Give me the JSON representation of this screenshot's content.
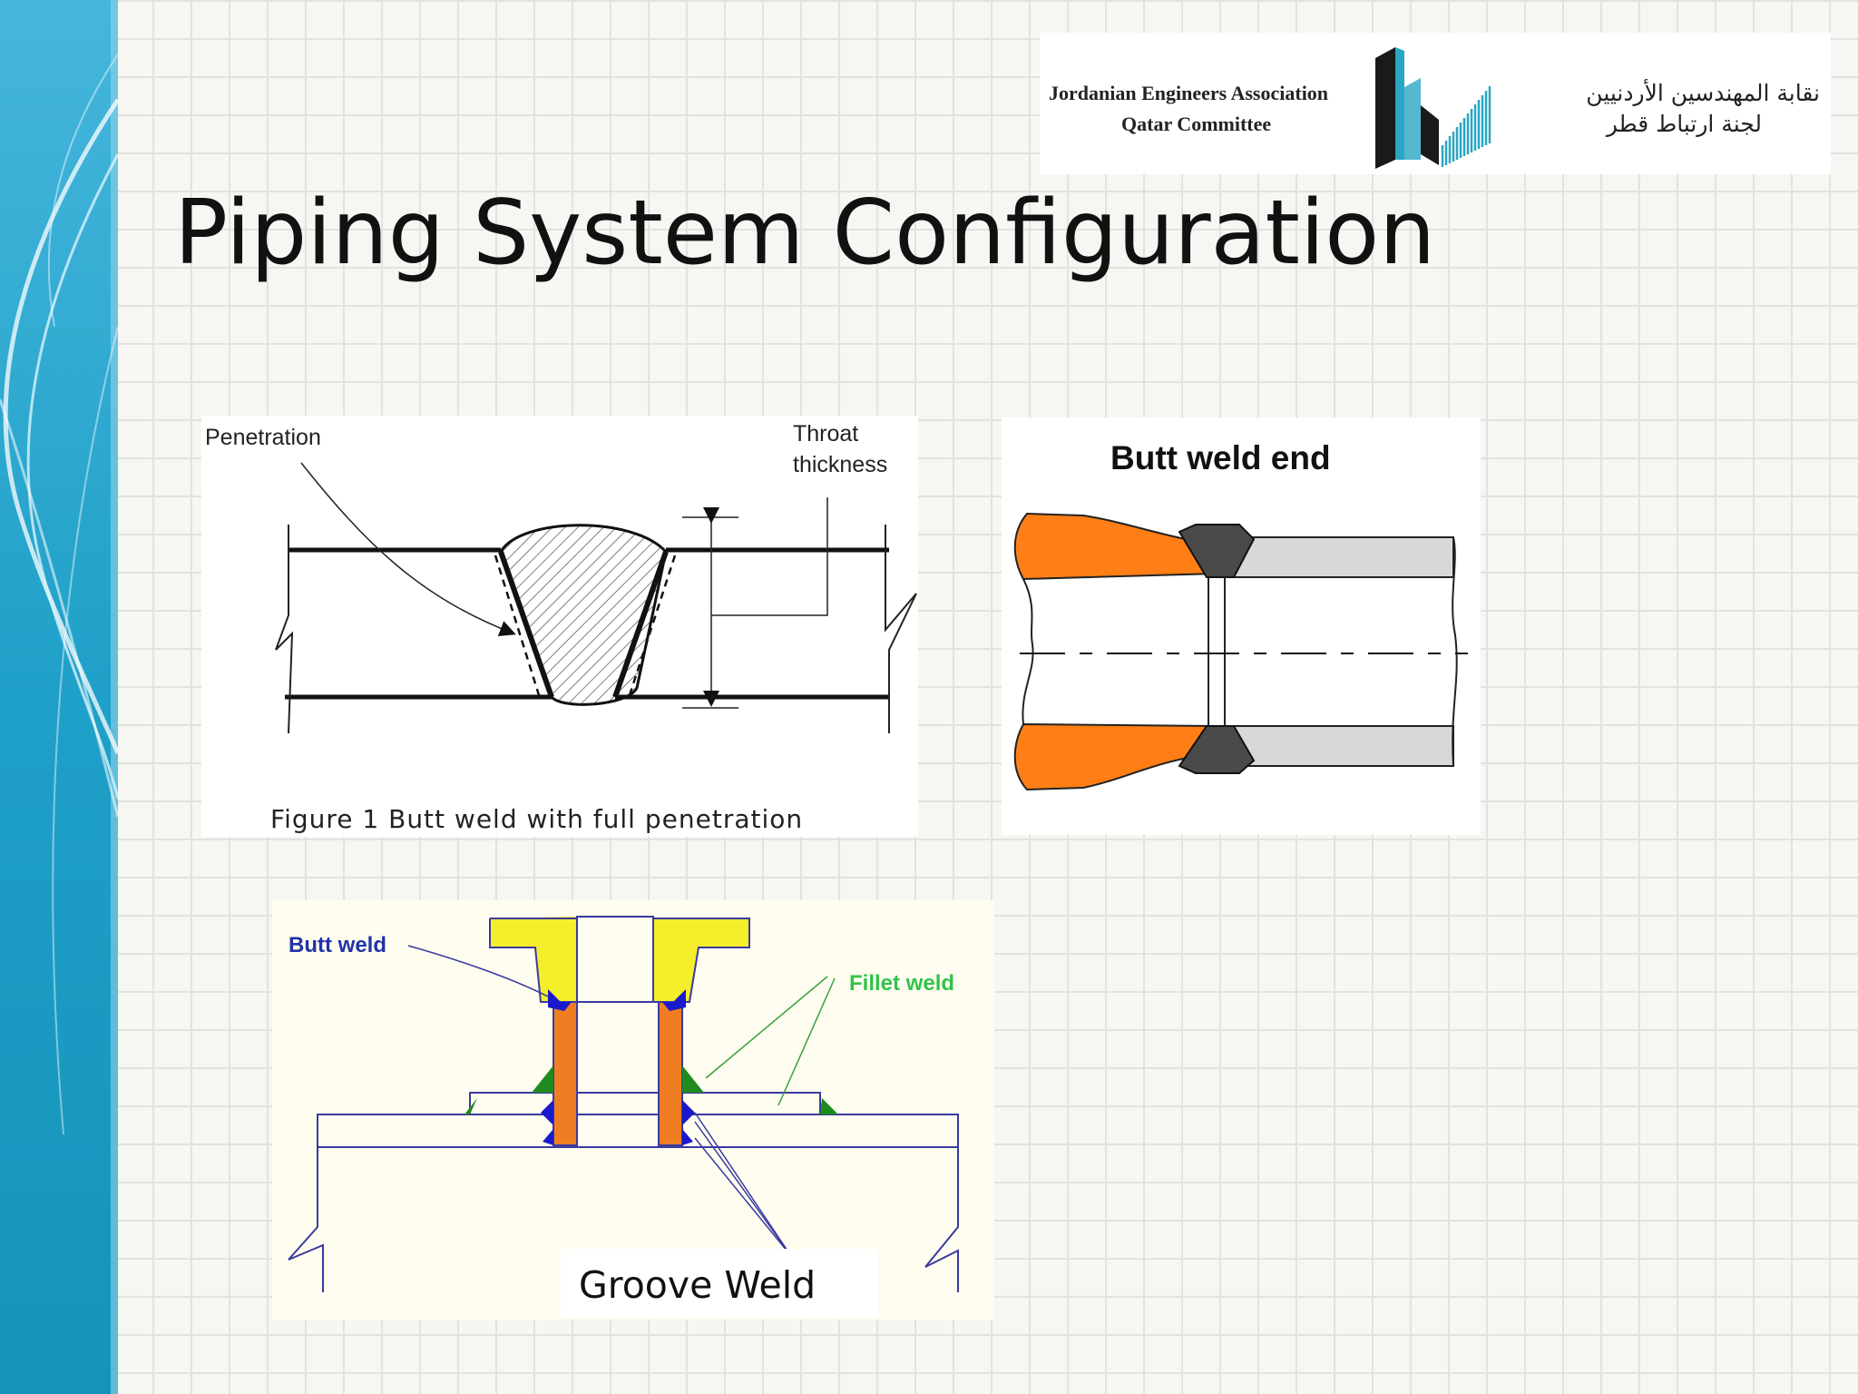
{
  "slide": {
    "title": "Piping System Configuration"
  },
  "logo": {
    "name_en_line1": "Jordanian Engineers Association",
    "name_en_line2": "Qatar Committee",
    "name_ar_line1": "نقابة المهندسين الأردنيين",
    "name_ar_line2": "لجنة ارتباط قطر",
    "accent_color": "#2aa6c4"
  },
  "figure1": {
    "label_penetration": "Penetration",
    "label_throat_1": "Throat",
    "label_throat_2": "thickness",
    "caption": "Figure 1   Butt weld with full penetration"
  },
  "figure2": {
    "title": "Butt weld end",
    "colors": {
      "fitting": "#ff7f16",
      "pipe": "#d8d8d8",
      "weld": "#4a4a4a"
    }
  },
  "figure3": {
    "label_butt_weld": "Butt weld",
    "label_fillet_weld": "Fillet weld",
    "label_groove_weld": "Groove Weld",
    "colors": {
      "flange": "#f5ee2a",
      "nozzle": "#ef7e22",
      "weld_blue": "#1a1acc",
      "weld_green": "#1f8a1f"
    }
  }
}
